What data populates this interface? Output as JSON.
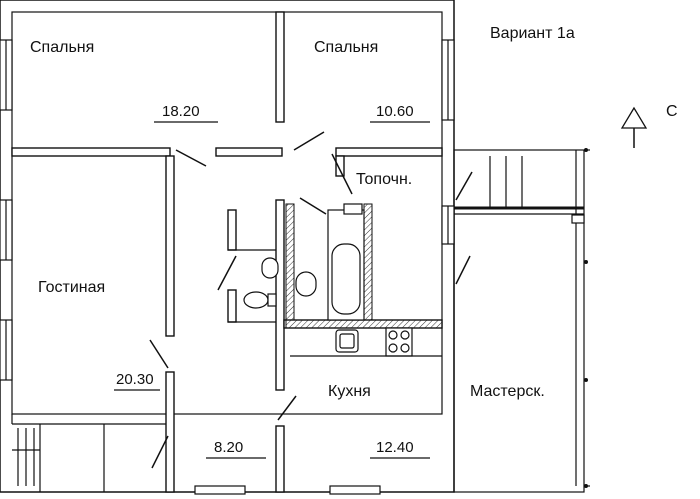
{
  "variant_label": "Вариант 1а",
  "north_label": "С",
  "rooms": [
    {
      "name": "Спальня",
      "area": "18.20"
    },
    {
      "name": "Спальня",
      "area": "10.60"
    },
    {
      "name": "Топочн.",
      "area": ""
    },
    {
      "name": "Гостиная",
      "area": "20.30"
    },
    {
      "name": "",
      "area": "8.20"
    },
    {
      "name": "Кухня",
      "area": "12.40"
    },
    {
      "name": "Мастерск.",
      "area": ""
    }
  ]
}
